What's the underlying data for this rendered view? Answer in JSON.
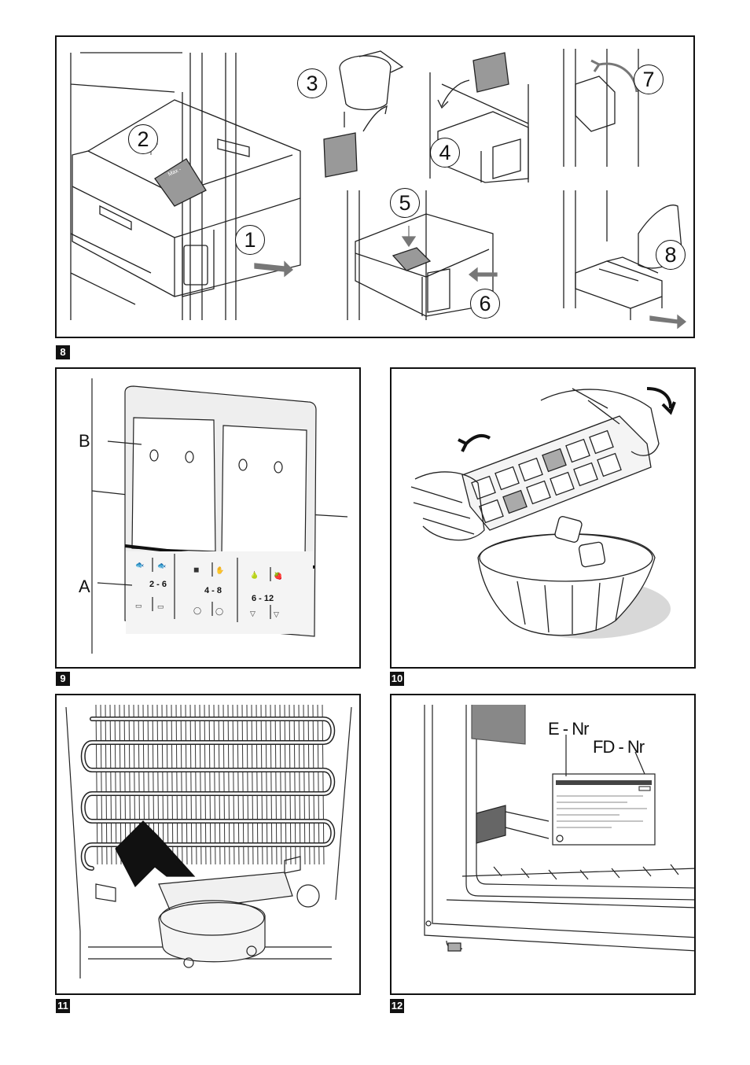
{
  "figures": [
    {
      "number": "8",
      "steps": [
        "1",
        "2",
        "3",
        "4",
        "5",
        "6",
        "7",
        "8"
      ],
      "tray_label": "Max -"
    },
    {
      "number": "9",
      "labels": {
        "A": "A",
        "B": "B"
      },
      "storage_ranges": [
        "2 - 6",
        "4 - 8",
        "6 - 12"
      ]
    },
    {
      "number": "10"
    },
    {
      "number": "11"
    },
    {
      "number": "12",
      "labels": {
        "e_nr": "E - Nr",
        "fd_nr": "FD - Nr"
      }
    }
  ]
}
